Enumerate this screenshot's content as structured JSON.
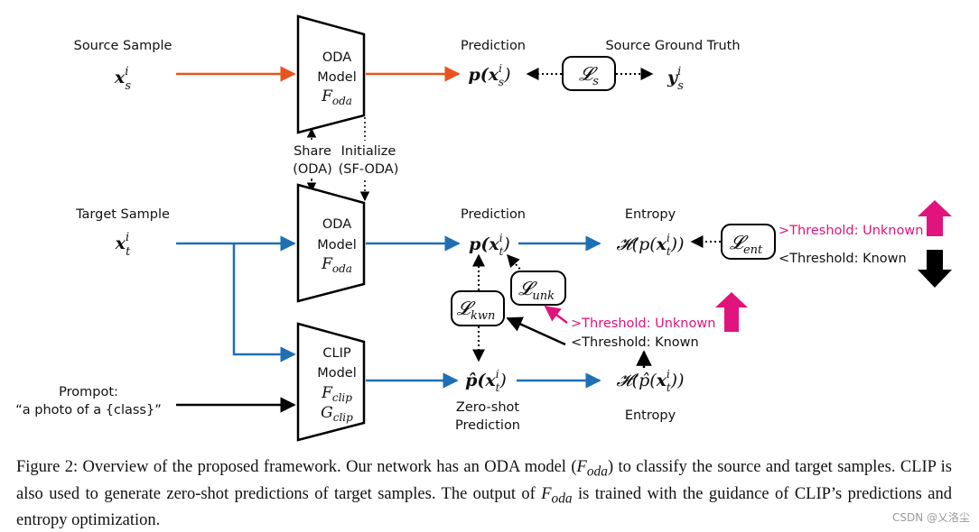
{
  "colors": {
    "source": "#e8541e",
    "target": "#1f6fb4",
    "black": "#000000",
    "pink": "#e0147c"
  },
  "labels": {
    "source_sample": "Source Sample",
    "target_sample": "Target Sample",
    "prediction_top": "Prediction",
    "source_ground_truth": "Source Ground Truth",
    "prediction_mid": "Prediction",
    "entropy_top": "Entropy",
    "entropy_bottom": "Entropy",
    "zero_shot_1": "Zero-shot",
    "zero_shot_2": "Prediction",
    "share_1": "Share",
    "share_2": "(ODA)",
    "init_1": "Initialize",
    "init_2": "(SF-ODA)",
    "prompt_1": "Prompot:",
    "prompt_2": "“a photo of a {class}”",
    "th_unknown_1": ">Threshold: Unknown",
    "th_known_1": "<Threshold: Known",
    "th_unknown_2": ">Threshold: Unknown",
    "th_known_2": "<Threshold: Known"
  },
  "models": {
    "oda_top": {
      "line1": "ODA",
      "line2": "Model",
      "func": "F",
      "sub": "oda"
    },
    "oda_mid": {
      "line1": "ODA",
      "line2": "Model",
      "func": "F",
      "sub": "oda"
    },
    "clip": {
      "line1": "CLIP",
      "line2": "Model",
      "func1": "F",
      "sub1": "clip",
      "func2": "G",
      "sub2": "clip"
    }
  },
  "math": {
    "xs": {
      "base": "x",
      "sup": "i",
      "sub": "s"
    },
    "xt": {
      "base": "x",
      "sup": "i",
      "sub": "t"
    },
    "ys": {
      "base": "y",
      "sup": "i",
      "sub": "s"
    },
    "p_xs": {
      "pre": "p(",
      "base": "x",
      "sup": "i",
      "sub": "s",
      "post": ")"
    },
    "p_xt": {
      "pre": "p(",
      "base": "x",
      "sup": "i",
      "sub": "t",
      "post": ")"
    },
    "phat_xt": {
      "pre": "p̂(",
      "base": "x",
      "sup": "i",
      "sub": "t",
      "post": ")"
    },
    "H_p": {
      "pre": "𝓗(p(",
      "base": "x",
      "sup": "i",
      "sub": "t",
      "post": "))"
    },
    "H_phat": {
      "pre": "𝓗(p̂(",
      "base": "x",
      "sup": "i",
      "sub": "t",
      "post": "))"
    }
  },
  "losses": {
    "Ls": {
      "base": "𝓛",
      "sub": "s"
    },
    "Lent": {
      "base": "𝓛",
      "sub": "ent"
    },
    "Lunk": {
      "base": "𝓛",
      "sub": "unk"
    },
    "Lkwn": {
      "base": "𝓛",
      "sub": "kwn"
    }
  },
  "caption": {
    "p1": "Figure 2:  Overview of the proposed framework.  Our network has an ODA model (",
    "f1": "F",
    "s1": "oda",
    "p2": ") to classify the source and target samples.  CLIP is also used to generate zero-shot predictions of target samples.  The output of ",
    "f2": "F",
    "s2": "oda",
    "p3": " is trained with the guidance of CLIP’s predictions and entropy optimization."
  },
  "watermark": "CSDN @乂洛尘"
}
